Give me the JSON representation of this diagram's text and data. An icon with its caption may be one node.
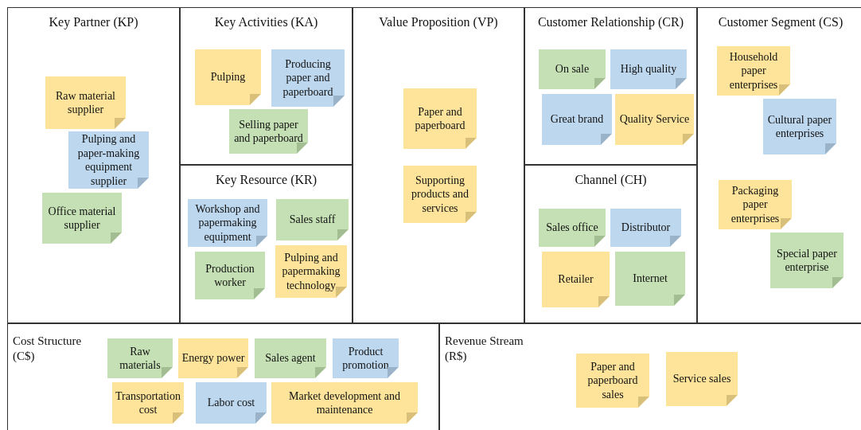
{
  "diagram": {
    "nodes": [
      {
        "text": [
          "Key Partner (KP)"
        ]
      },
      {
        "text": [
          "Raw material supplier"
        ],
        "in": 0
      },
      {
        "text": [
          "Pulping and paper-making equipment supplier"
        ],
        "in": 0
      },
      {
        "text": [
          "Office material supplier"
        ],
        "in": 0
      },
      {
        "text": [
          "Key Activities (KA)"
        ]
      },
      {
        "text": [
          "Pulping"
        ],
        "in": 4
      },
      {
        "text": [
          "Producing paper and paperboard"
        ],
        "in": 4
      },
      {
        "text": [
          "Selling paper and paperboard"
        ],
        "in": 4
      },
      {
        "text": [
          "Key Resource (KR)"
        ]
      },
      {
        "text": [
          "Workshop and papermaking equipment"
        ],
        "in": 8
      },
      {
        "text": [
          "Sales staff"
        ],
        "in": 8
      },
      {
        "text": [
          "Production worker"
        ],
        "in": 8
      },
      {
        "text": [
          "Pulping and papermaking technology"
        ],
        "in": 8
      },
      {
        "text": [
          "Value Proposition (VP)"
        ]
      },
      {
        "text": [
          "Paper and paperboard"
        ],
        "in": 13
      },
      {
        "text": [
          "Supporting products and services"
        ],
        "in": 13
      },
      {
        "text": [
          "Customer Relationship (CR)"
        ]
      },
      {
        "text": [
          "On sale"
        ],
        "in": 16
      },
      {
        "text": [
          "High quality"
        ],
        "in": 16
      },
      {
        "text": [
          "Great brand"
        ],
        "in": 16
      },
      {
        "text": [
          "Quality Service"
        ],
        "in": 16
      },
      {
        "text": [
          "Channel (CH)"
        ]
      },
      {
        "text": [
          "Sales office"
        ],
        "in": 21
      },
      {
        "text": [
          "Distributor"
        ],
        "in": 21
      },
      {
        "text": [
          "Retailer"
        ],
        "in": 21
      },
      {
        "text": [
          "Internet"
        ],
        "in": 21
      },
      {
        "text": [
          "Customer Segment (CS)"
        ]
      },
      {
        "text": [
          "Household paper enterprises"
        ],
        "in": 26
      },
      {
        "text": [
          "Cultural paper enterprises"
        ],
        "in": 26
      },
      {
        "text": [
          "Packaging paper enterprises"
        ],
        "in": 26
      },
      {
        "text": [
          "Special paper enterprise"
        ],
        "in": 26
      },
      {
        "text": [
          "Cost Structure (C$)"
        ]
      },
      {
        "text": [
          "Raw materials"
        ],
        "in": 31
      },
      {
        "text": [
          "Energy power"
        ],
        "in": 31
      },
      {
        "text": [
          "Sales agent"
        ],
        "in": 31
      },
      {
        "text": [
          "Product promotion"
        ],
        "in": 31
      },
      {
        "text": [
          "Transportation cost"
        ],
        "in": 31
      },
      {
        "text": [
          "Labor cost"
        ],
        "in": 31
      },
      {
        "text": [
          "Market development and maintenance"
        ],
        "in": 31
      },
      {
        "text": [
          "Revenue Stream (R$)"
        ]
      },
      {
        "text": [
          "Paper and paperboard sales"
        ],
        "in": 39
      },
      {
        "text": [
          "Service sales"
        ],
        "in": 39
      }
    ]
  }
}
